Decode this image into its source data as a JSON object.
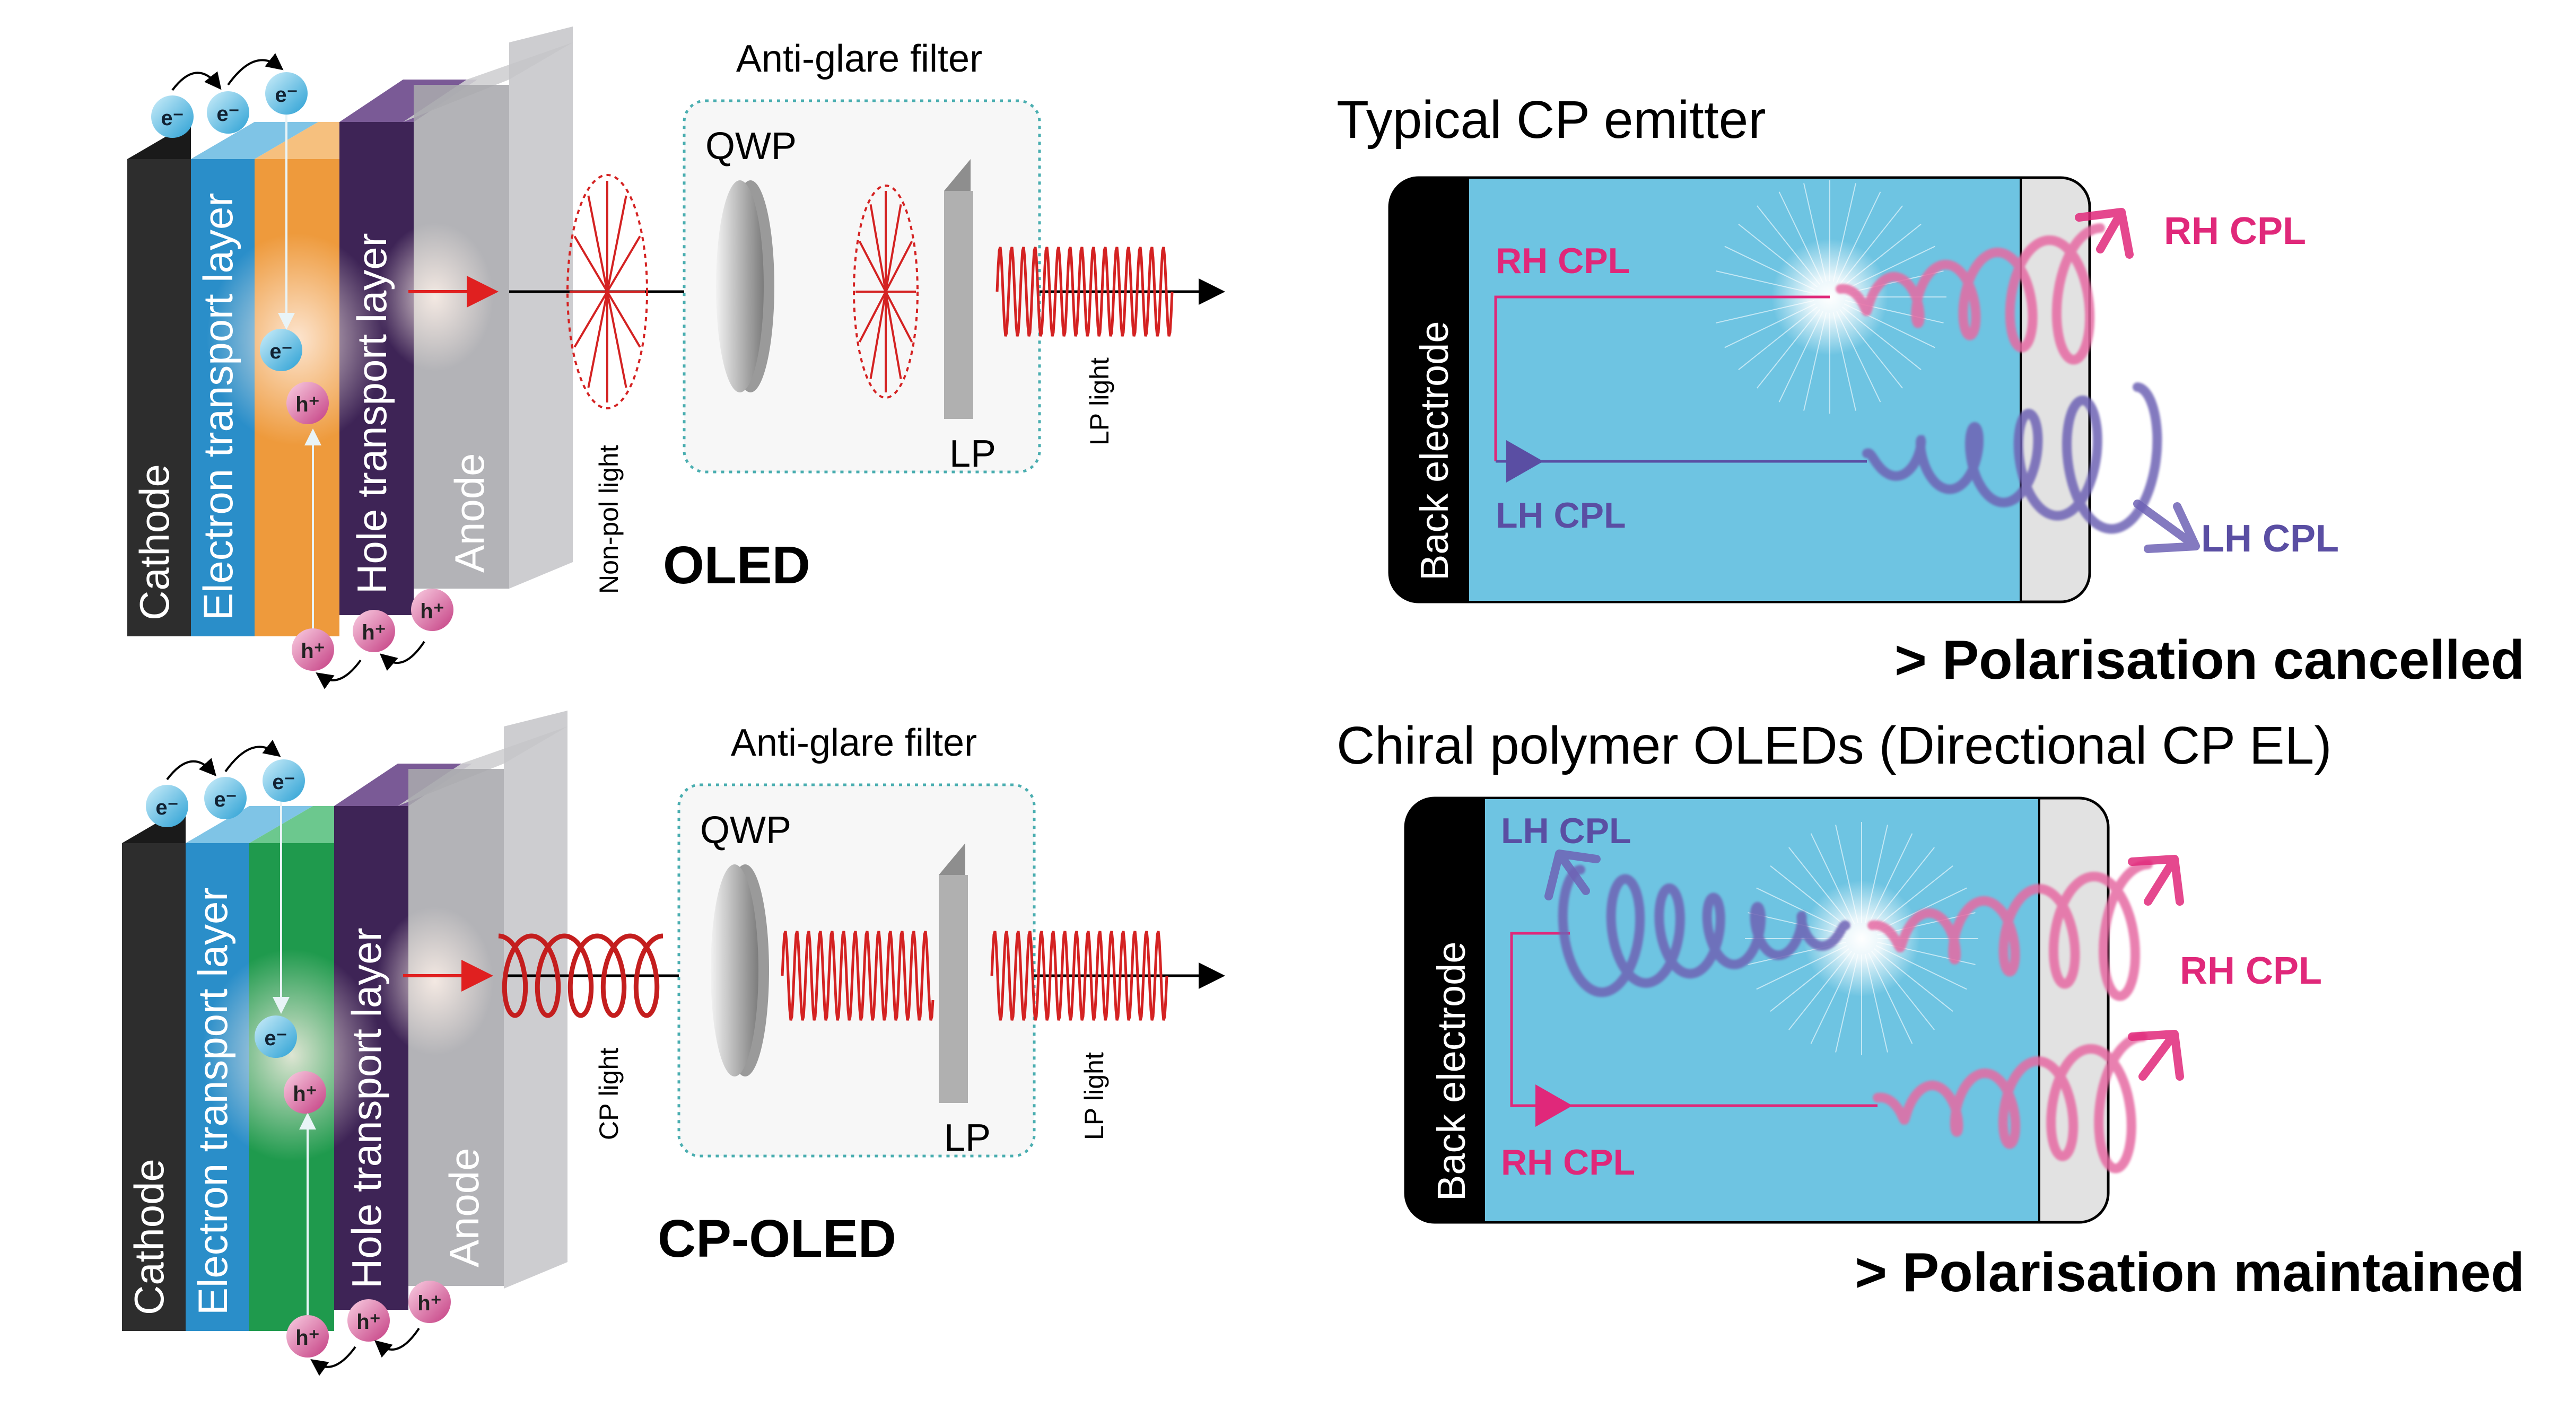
{
  "top": {
    "stack_labels": [
      "Cathode",
      "Electron transport layer",
      "Hole transport layer",
      "Anode"
    ],
    "electron_label": "e⁻",
    "hole_label": "h⁺",
    "filter_title": "Anti-glare filter",
    "qwp_label": "QWP",
    "lp_label": "LP",
    "input_light_label": "Non-pol light",
    "output_light_label": "LP light",
    "device_title": "OLED",
    "emitter_title": "Typical CP emitter",
    "back_electrode": "Back electrode",
    "rh_inner": "RH CPL",
    "lh_inner": "LH CPL",
    "rh_outer": "RH CPL",
    "lh_outer": "LH CPL",
    "result": "> Polarisation cancelled"
  },
  "bottom": {
    "stack_labels": [
      "Cathode",
      "Electron transport layer",
      "Hole transport layer",
      "Anode"
    ],
    "electron_label": "e⁻",
    "hole_label": "h⁺",
    "filter_title": "Anti-glare filter",
    "qwp_label": "QWP",
    "lp_label": "LP",
    "input_light_label": "CP light",
    "output_light_label": "LP light",
    "device_title": "CP-OLED",
    "emitter_title": "Chiral polymer OLEDs (Directional CP EL)",
    "back_electrode": "Back electrode",
    "lh_inner": "LH CPL",
    "rh_right": "RH CPL",
    "rh_inner": "RH CPL",
    "result": "> Polarisation maintained"
  },
  "colors": {
    "cathode": "#2d2d2d",
    "etl": "#2a8ec9",
    "eml_top": "#ee9a3c",
    "eml_bottom": "#1f9a4d",
    "htl": "#3e2456",
    "anode": "#a9a9ad",
    "electron": "#5fc3ea",
    "hole": "#e06aa2",
    "light_red": "#d42222",
    "box_blue": "#6ec4e2",
    "rh_pink": "#e0287a",
    "lh_purple": "#5a4ea3",
    "filter_border": "#4aaeb0"
  }
}
